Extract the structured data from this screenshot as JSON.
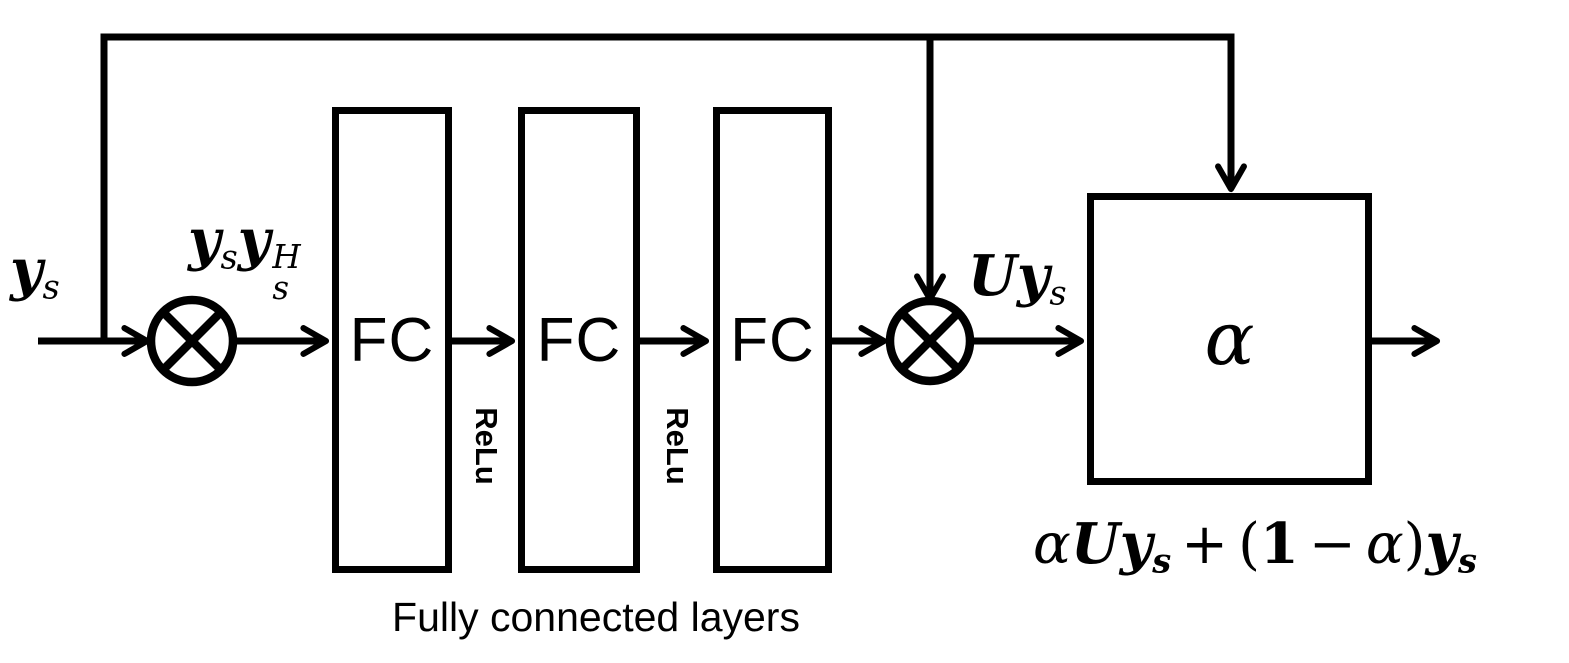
{
  "diagram": {
    "title_semantic": "alpha-blended fully connected network block diagram",
    "ink_color": "#000000",
    "background_color": "#ffffff",
    "input_label": {
      "base": "y",
      "sub": "s"
    },
    "outer_product_label": {
      "y1": "y",
      "s1": "s",
      "y2": "y",
      "sup": "H",
      "sub": "s"
    },
    "fc_boxes": [
      {
        "label": "FC"
      },
      {
        "label": "FC"
      },
      {
        "label": "FC"
      }
    ],
    "relu_labels": [
      "ReLu",
      "ReLu"
    ],
    "transformed_label": {
      "base": "Uy",
      "sub": "s"
    },
    "alpha_box_label": "α",
    "output_formula": {
      "alpha1": "α",
      "Uy": "Uy",
      "s1": "s",
      "plus": "+",
      "open": "(",
      "one": "1",
      "minus": "−",
      "alpha2": "α",
      "close": ")",
      "y2": "y",
      "s2": "s"
    },
    "caption": "Fully connected layers"
  }
}
